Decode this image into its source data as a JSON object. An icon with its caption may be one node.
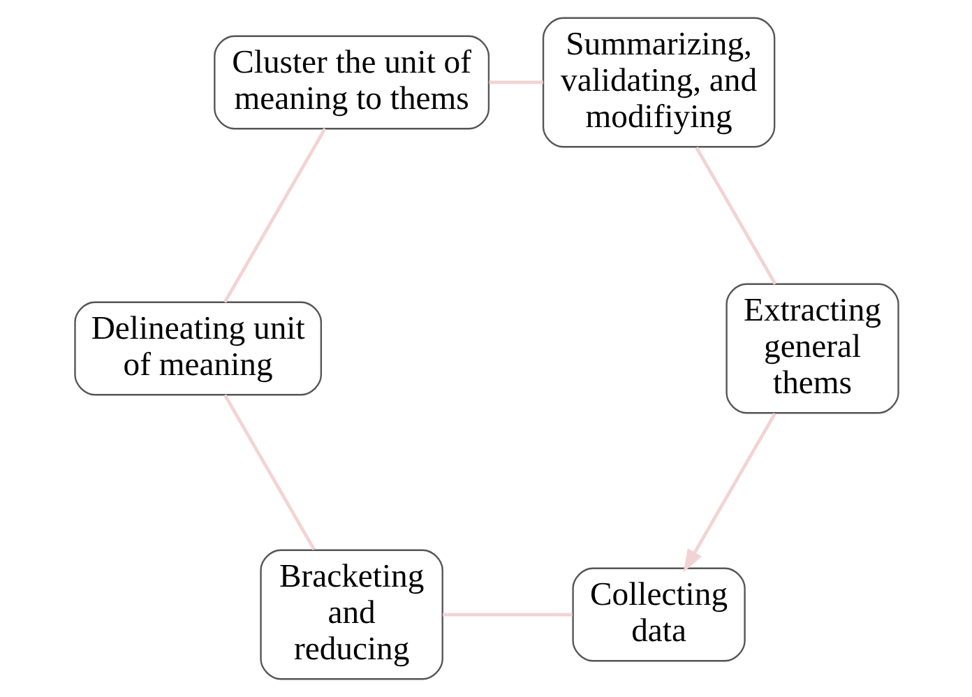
{
  "diagram": {
    "nodes": [
      {
        "text": [
          "Collecting data"
        ]
      },
      {
        "text": [
          "Bracketing and reducing"
        ]
      },
      {
        "text": [
          "Delineating unit of meaning"
        ]
      },
      {
        "text": [
          "Cluster the unit of meaning to thems"
        ]
      },
      {
        "text": [
          "Summarizing, validating, and modifiying"
        ]
      },
      {
        "text": [
          "Extracting general thems"
        ]
      }
    ],
    "edges": [
      {
        "from": 0,
        "to": 1,
        "arrow": "none"
      },
      {
        "from": 1,
        "to": 2,
        "arrow": "none"
      },
      {
        "from": 2,
        "to": 3,
        "arrow": "none"
      },
      {
        "from": 3,
        "to": 4,
        "arrow": "none"
      },
      {
        "from": 4,
        "to": 5,
        "arrow": "none"
      },
      {
        "from": 5,
        "to": 0,
        "arrow": "to"
      }
    ]
  }
}
